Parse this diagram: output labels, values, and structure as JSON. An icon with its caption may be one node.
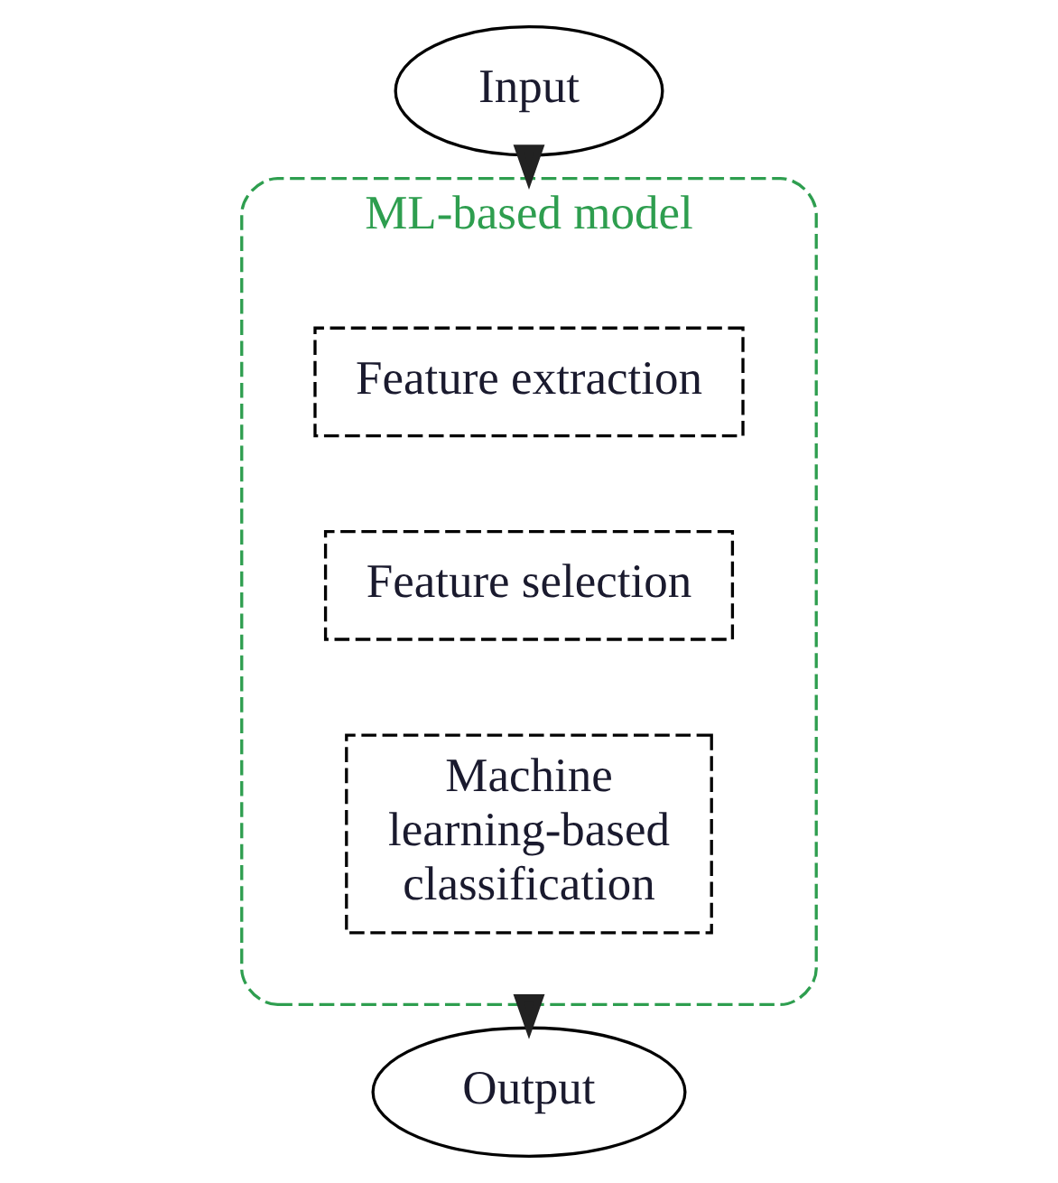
{
  "diagram": {
    "nodes": [
      {
        "text": [
          "Input"
        ]
      },
      {
        "text": [
          "ML-based model"
        ]
      },
      {
        "text": [
          "Feature extraction"
        ],
        "in": 1
      },
      {
        "text": [
          "Feature selection"
        ],
        "in": 1
      },
      {
        "text": [
          "Machine learning-based classification"
        ],
        "in": 1
      },
      {
        "text": [
          "Output"
        ]
      }
    ],
    "edges": [
      {
        "from": 0,
        "to": 1,
        "arrow": "to"
      },
      {
        "from": 1,
        "to": 5,
        "arrow": "to"
      }
    ]
  }
}
